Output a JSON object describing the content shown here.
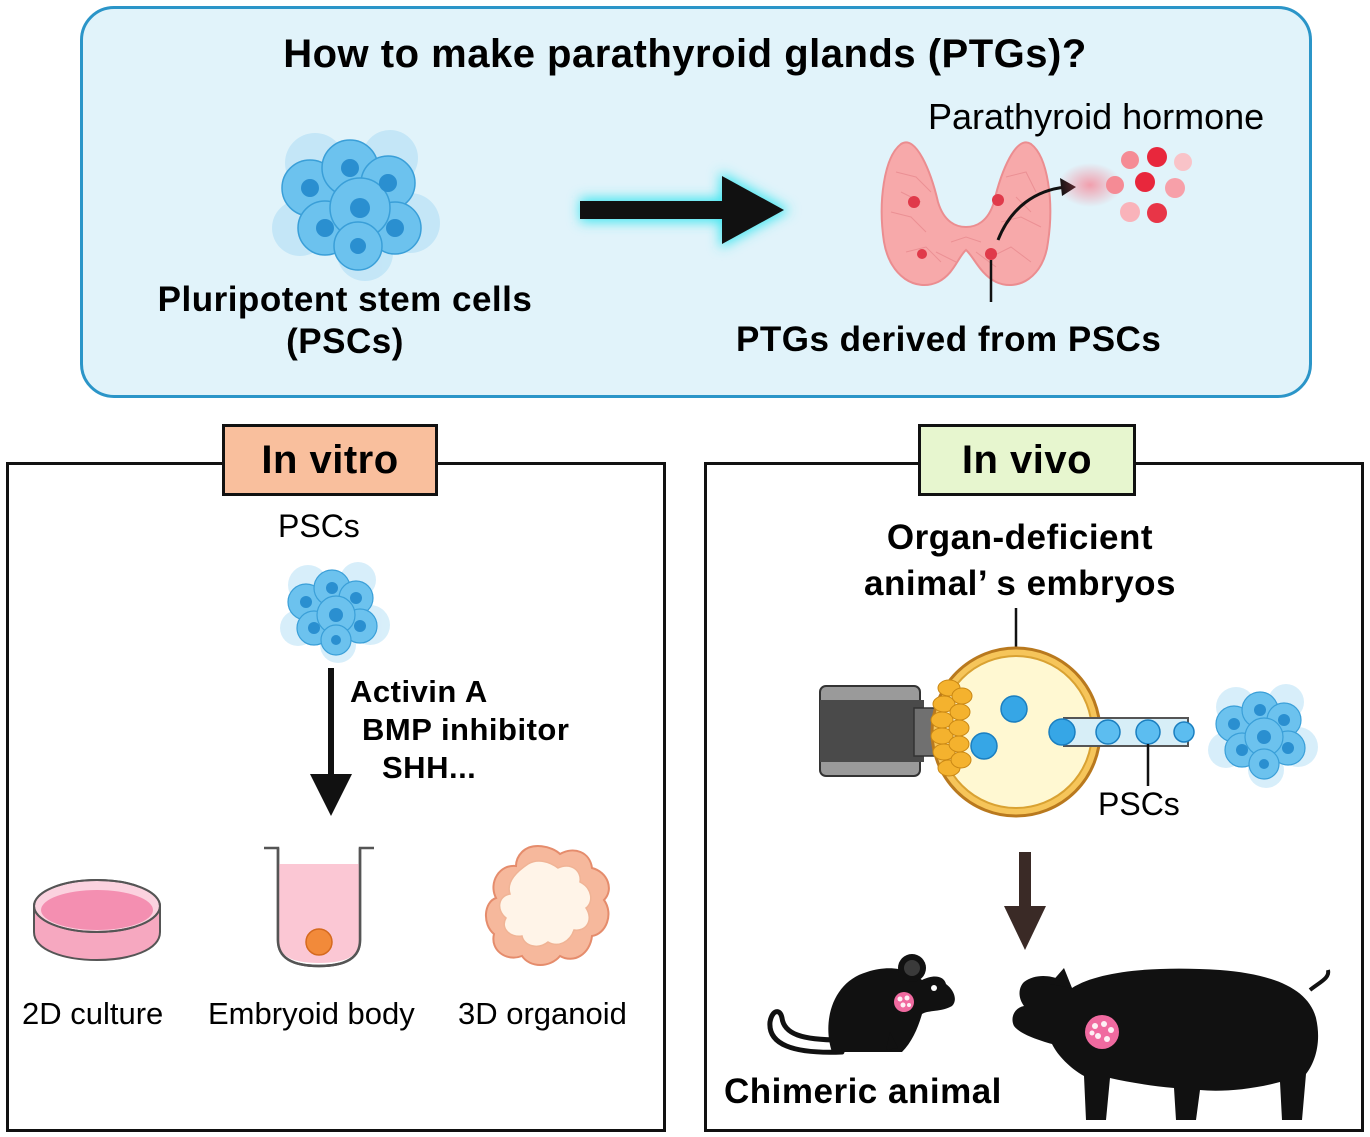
{
  "top": {
    "title": "How to make parathyroid glands (PTGs)?",
    "psc_label_line1": "Pluripotent stem cells",
    "psc_label_line2": "(PSCs)",
    "hormone_label": "Parathyroid hormone",
    "ptg_label": "PTGs derived from PSCs"
  },
  "in_vitro": {
    "tag": "In vitro",
    "pscs_label": "PSCs",
    "factors": [
      "Activin A",
      "BMP inhibitor",
      "SHH..."
    ],
    "methods": [
      "2D culture",
      "Embryoid body",
      "3D organoid"
    ]
  },
  "in_vivo": {
    "tag": "In vivo",
    "embryo_label_line1": "Organ-deficient",
    "embryo_label_line2": "animal’ s embryos",
    "pscs_label": "PSCs",
    "result_label": "Chimeric animal"
  },
  "colors": {
    "panel_border": "#2b95c8",
    "panel_fill": "#e1f3fa",
    "vitro_tag": "#f9bf9d",
    "vivo_tag": "#e7f6cf",
    "cell_blue": "#5bb8ea",
    "gland_pink": "#f6a3a6",
    "hormone_red": "#e8273c"
  }
}
